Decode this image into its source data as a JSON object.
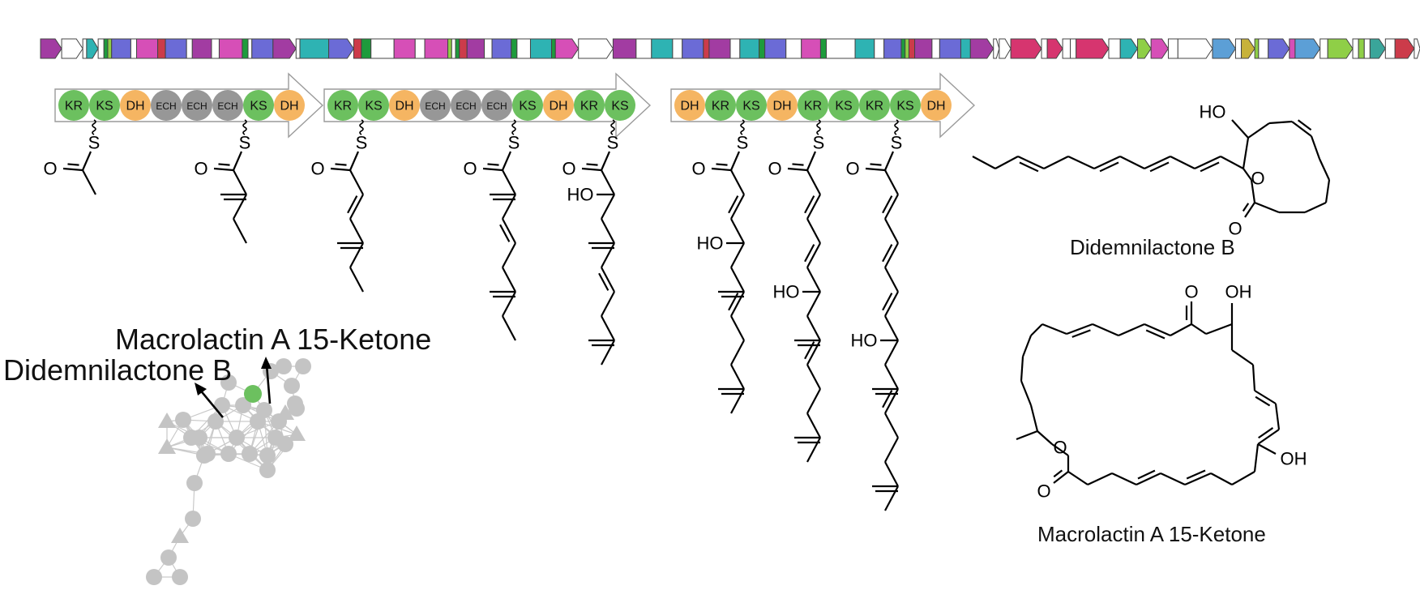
{
  "colors": {
    "ks": "#6cc05f",
    "kr": "#6cc05f",
    "dh": "#f5b562",
    "ech": "#979797",
    "node": "#c4c4c4",
    "highlight": "#6cc05f",
    "cluster_palette": [
      "#a23ca2",
      "#ffffff",
      "#2eb3b3",
      "#6b6bd6",
      "#d64fb7",
      "#cc3b4a",
      "#1e9b3c",
      "#8fcf47",
      "#5c9fd6",
      "#c7b23a",
      "#d6356f",
      "#3aa59a"
    ]
  },
  "modules": [
    {
      "domains": [
        "KR",
        "KS",
        "DH",
        "ECH",
        "ECH",
        "ECH",
        "KS",
        "DH"
      ]
    },
    {
      "domains": [
        "KR",
        "KS",
        "DH",
        "ECH",
        "ECH",
        "ECH",
        "KS",
        "DH",
        "KR",
        "KS"
      ]
    },
    {
      "domains": [
        "DH",
        "KR",
        "KS",
        "DH",
        "KR",
        "KS",
        "KR",
        "KS",
        "DH"
      ]
    }
  ],
  "intermediates": {
    "atoms": [
      "S",
      "O",
      "HO"
    ]
  },
  "products": {
    "didemnilactone": {
      "name": "Didemnilactone B",
      "atoms": [
        "HO",
        "O",
        "O"
      ]
    },
    "macrolactin": {
      "name": "Macrolactin A 15-Ketone",
      "atoms": [
        "O",
        "OH",
        "O",
        "O",
        "OH"
      ]
    }
  },
  "network": {
    "labels": [
      "Macrolactin A 15-Ketone",
      "Didemnilactone B"
    ]
  }
}
